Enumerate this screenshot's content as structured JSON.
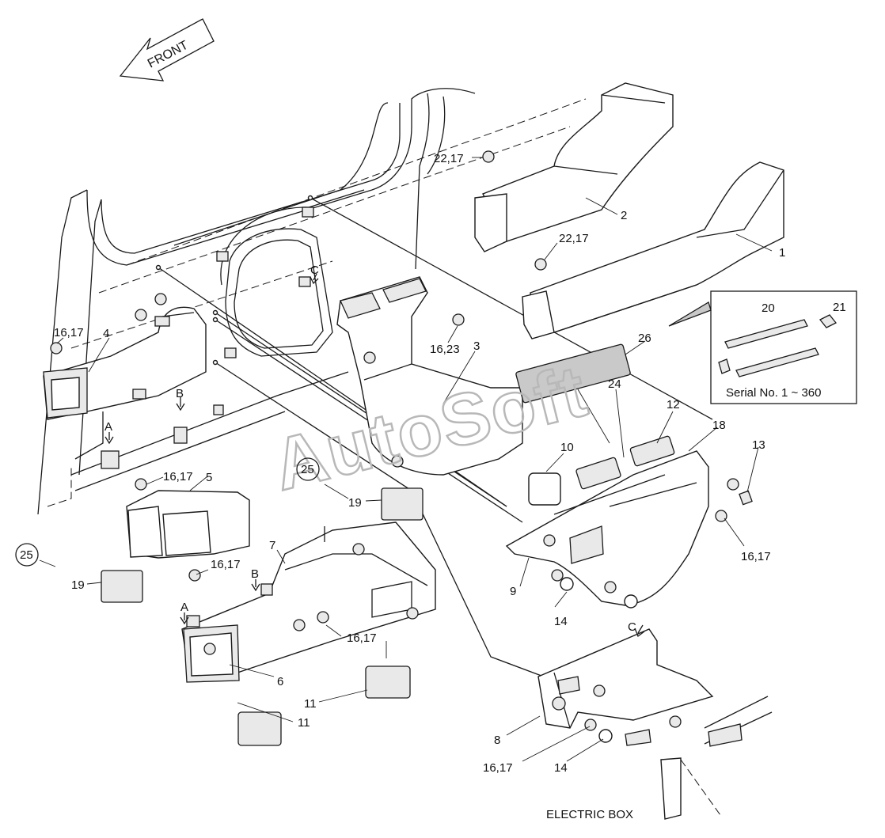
{
  "diagram": {
    "front_label": "FRONT",
    "watermark": "AutoSoft",
    "inset_caption": "Serial No. 1 ~ 360",
    "electric_box_label": "ELECTRIC BOX",
    "callouts": {
      "c1": "1",
      "c2": "2",
      "c3": "3",
      "c4": "4",
      "c5": "5",
      "c6": "6",
      "c7": "7",
      "c8": "8",
      "c9": "9",
      "c10": "10",
      "c11a": "11",
      "c11b": "11",
      "c12": "12",
      "c13": "13",
      "c14a": "14",
      "c14b": "14",
      "c16_17a": "16,17",
      "c16_17b": "16,17",
      "c16_17c": "16,17",
      "c16_17d": "16,17",
      "c16_17e": "16,17",
      "c16_17f": "16,17",
      "c16_23": "16,23",
      "c18": "18",
      "c19a": "19",
      "c19b": "19",
      "c20": "20",
      "c21": "21",
      "c22_17a": "22,17",
      "c22_17b": "22,17",
      "c24": "24",
      "c25a": "25",
      "c25b": "25",
      "c26": "26"
    },
    "view_markers": {
      "a1": "A",
      "a2": "A",
      "b1": "B",
      "b2": "B",
      "c_1": "C",
      "c_2": "C"
    }
  }
}
